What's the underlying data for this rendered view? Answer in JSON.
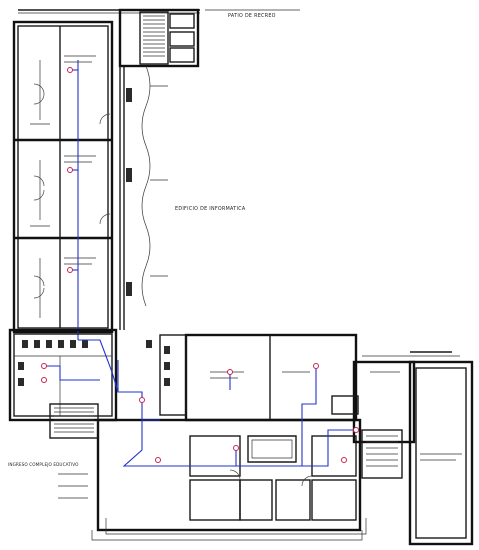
{
  "labels": {
    "patio": "PATIO DE RECREO",
    "computer_block": "EDIFICIO DE INFORMATICA",
    "entrance": "INGRESO COMPLEJO EDUCATIVO"
  },
  "colors": {
    "walls": "#1a1a1a",
    "pipe_network": "#2233cc",
    "fixture_nodes": "#d0204a"
  },
  "plan": {
    "type": "architectural floor plan",
    "annotations_legible": false
  }
}
